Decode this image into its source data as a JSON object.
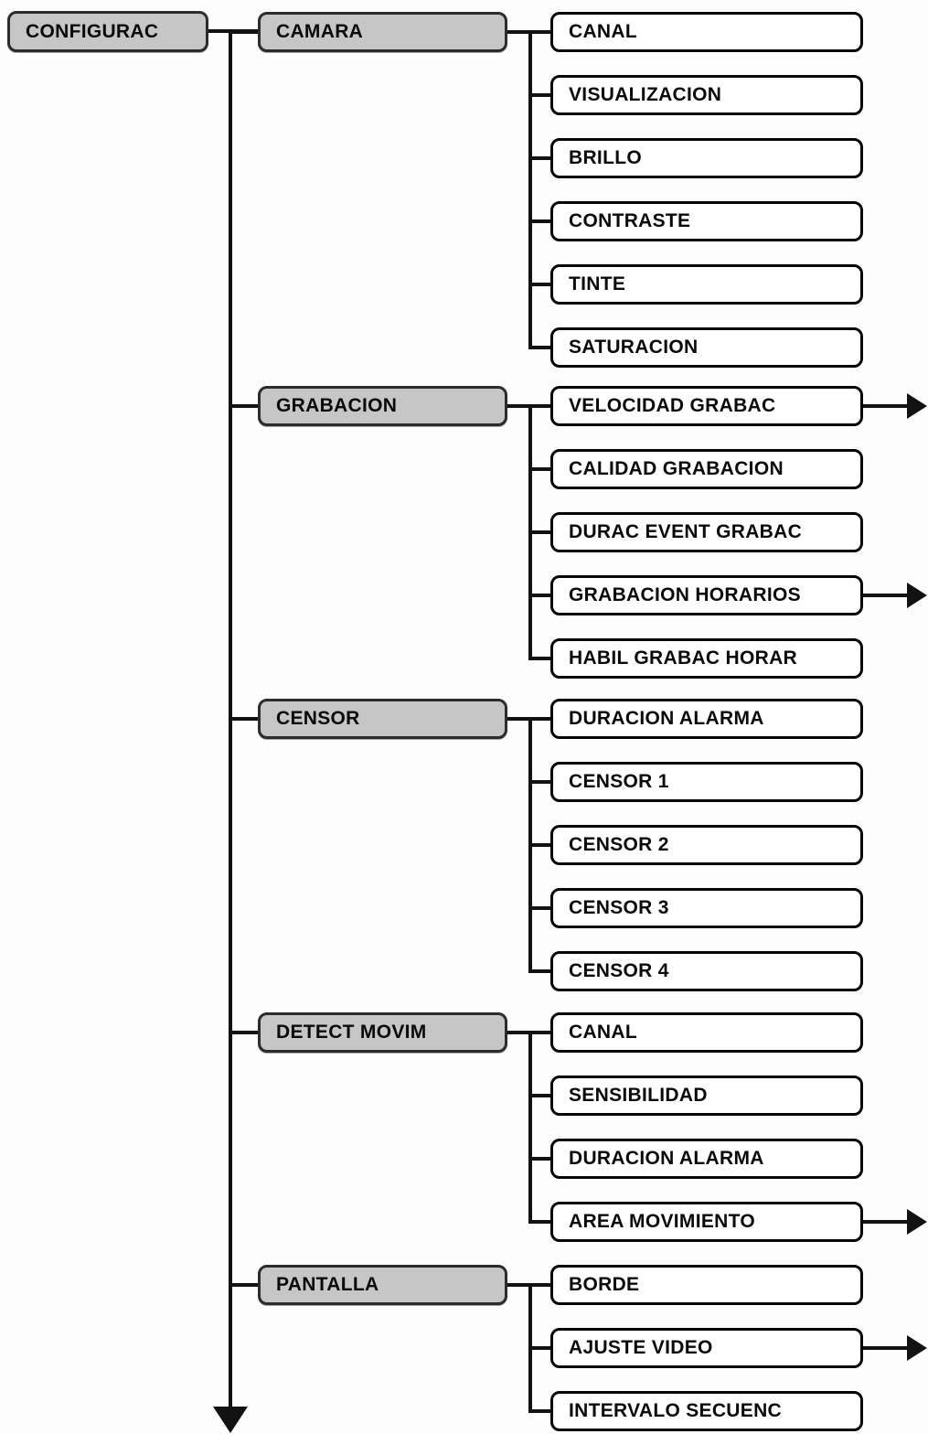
{
  "diagram": {
    "root": {
      "label": "CONFIGURAC"
    },
    "groups": [
      {
        "label": "CAMARA",
        "children": [
          {
            "label": "CANAL"
          },
          {
            "label": "VISUALIZACION"
          },
          {
            "label": "BRILLO"
          },
          {
            "label": "CONTRASTE"
          },
          {
            "label": "TINTE"
          },
          {
            "label": "SATURACION"
          }
        ]
      },
      {
        "label": "GRABACION",
        "children": [
          {
            "label": "VELOCIDAD GRABAC",
            "arrow": true
          },
          {
            "label": "CALIDAD GRABACION"
          },
          {
            "label": "DURAC EVENT GRABAC"
          },
          {
            "label": "GRABACION HORARIOS",
            "arrow": true
          },
          {
            "label": "HABIL GRABAC HORAR"
          }
        ]
      },
      {
        "label": "CENSOR",
        "children": [
          {
            "label": "DURACION ALARMA"
          },
          {
            "label": "CENSOR 1"
          },
          {
            "label": "CENSOR 2"
          },
          {
            "label": "CENSOR 3"
          },
          {
            "label": "CENSOR 4"
          }
        ]
      },
      {
        "label": "DETECT MOVIM",
        "children": [
          {
            "label": "CANAL"
          },
          {
            "label": "SENSIBILIDAD"
          },
          {
            "label": "DURACION ALARMA"
          },
          {
            "label": "AREA MOVIMIENTO",
            "arrow": true
          }
        ]
      },
      {
        "label": "PANTALLA",
        "children": [
          {
            "label": "BORDE"
          },
          {
            "label": "AJUSTE VIDEO",
            "arrow": true
          },
          {
            "label": "INTERVALO SECUENC"
          }
        ]
      }
    ],
    "colors": {
      "level_box_fill": "#c6c6c6",
      "item_box_fill": "#ffffff",
      "box_border": "#050505",
      "line": "#121212",
      "text": "#0a0a0a",
      "background": "#fdfdfd"
    }
  }
}
